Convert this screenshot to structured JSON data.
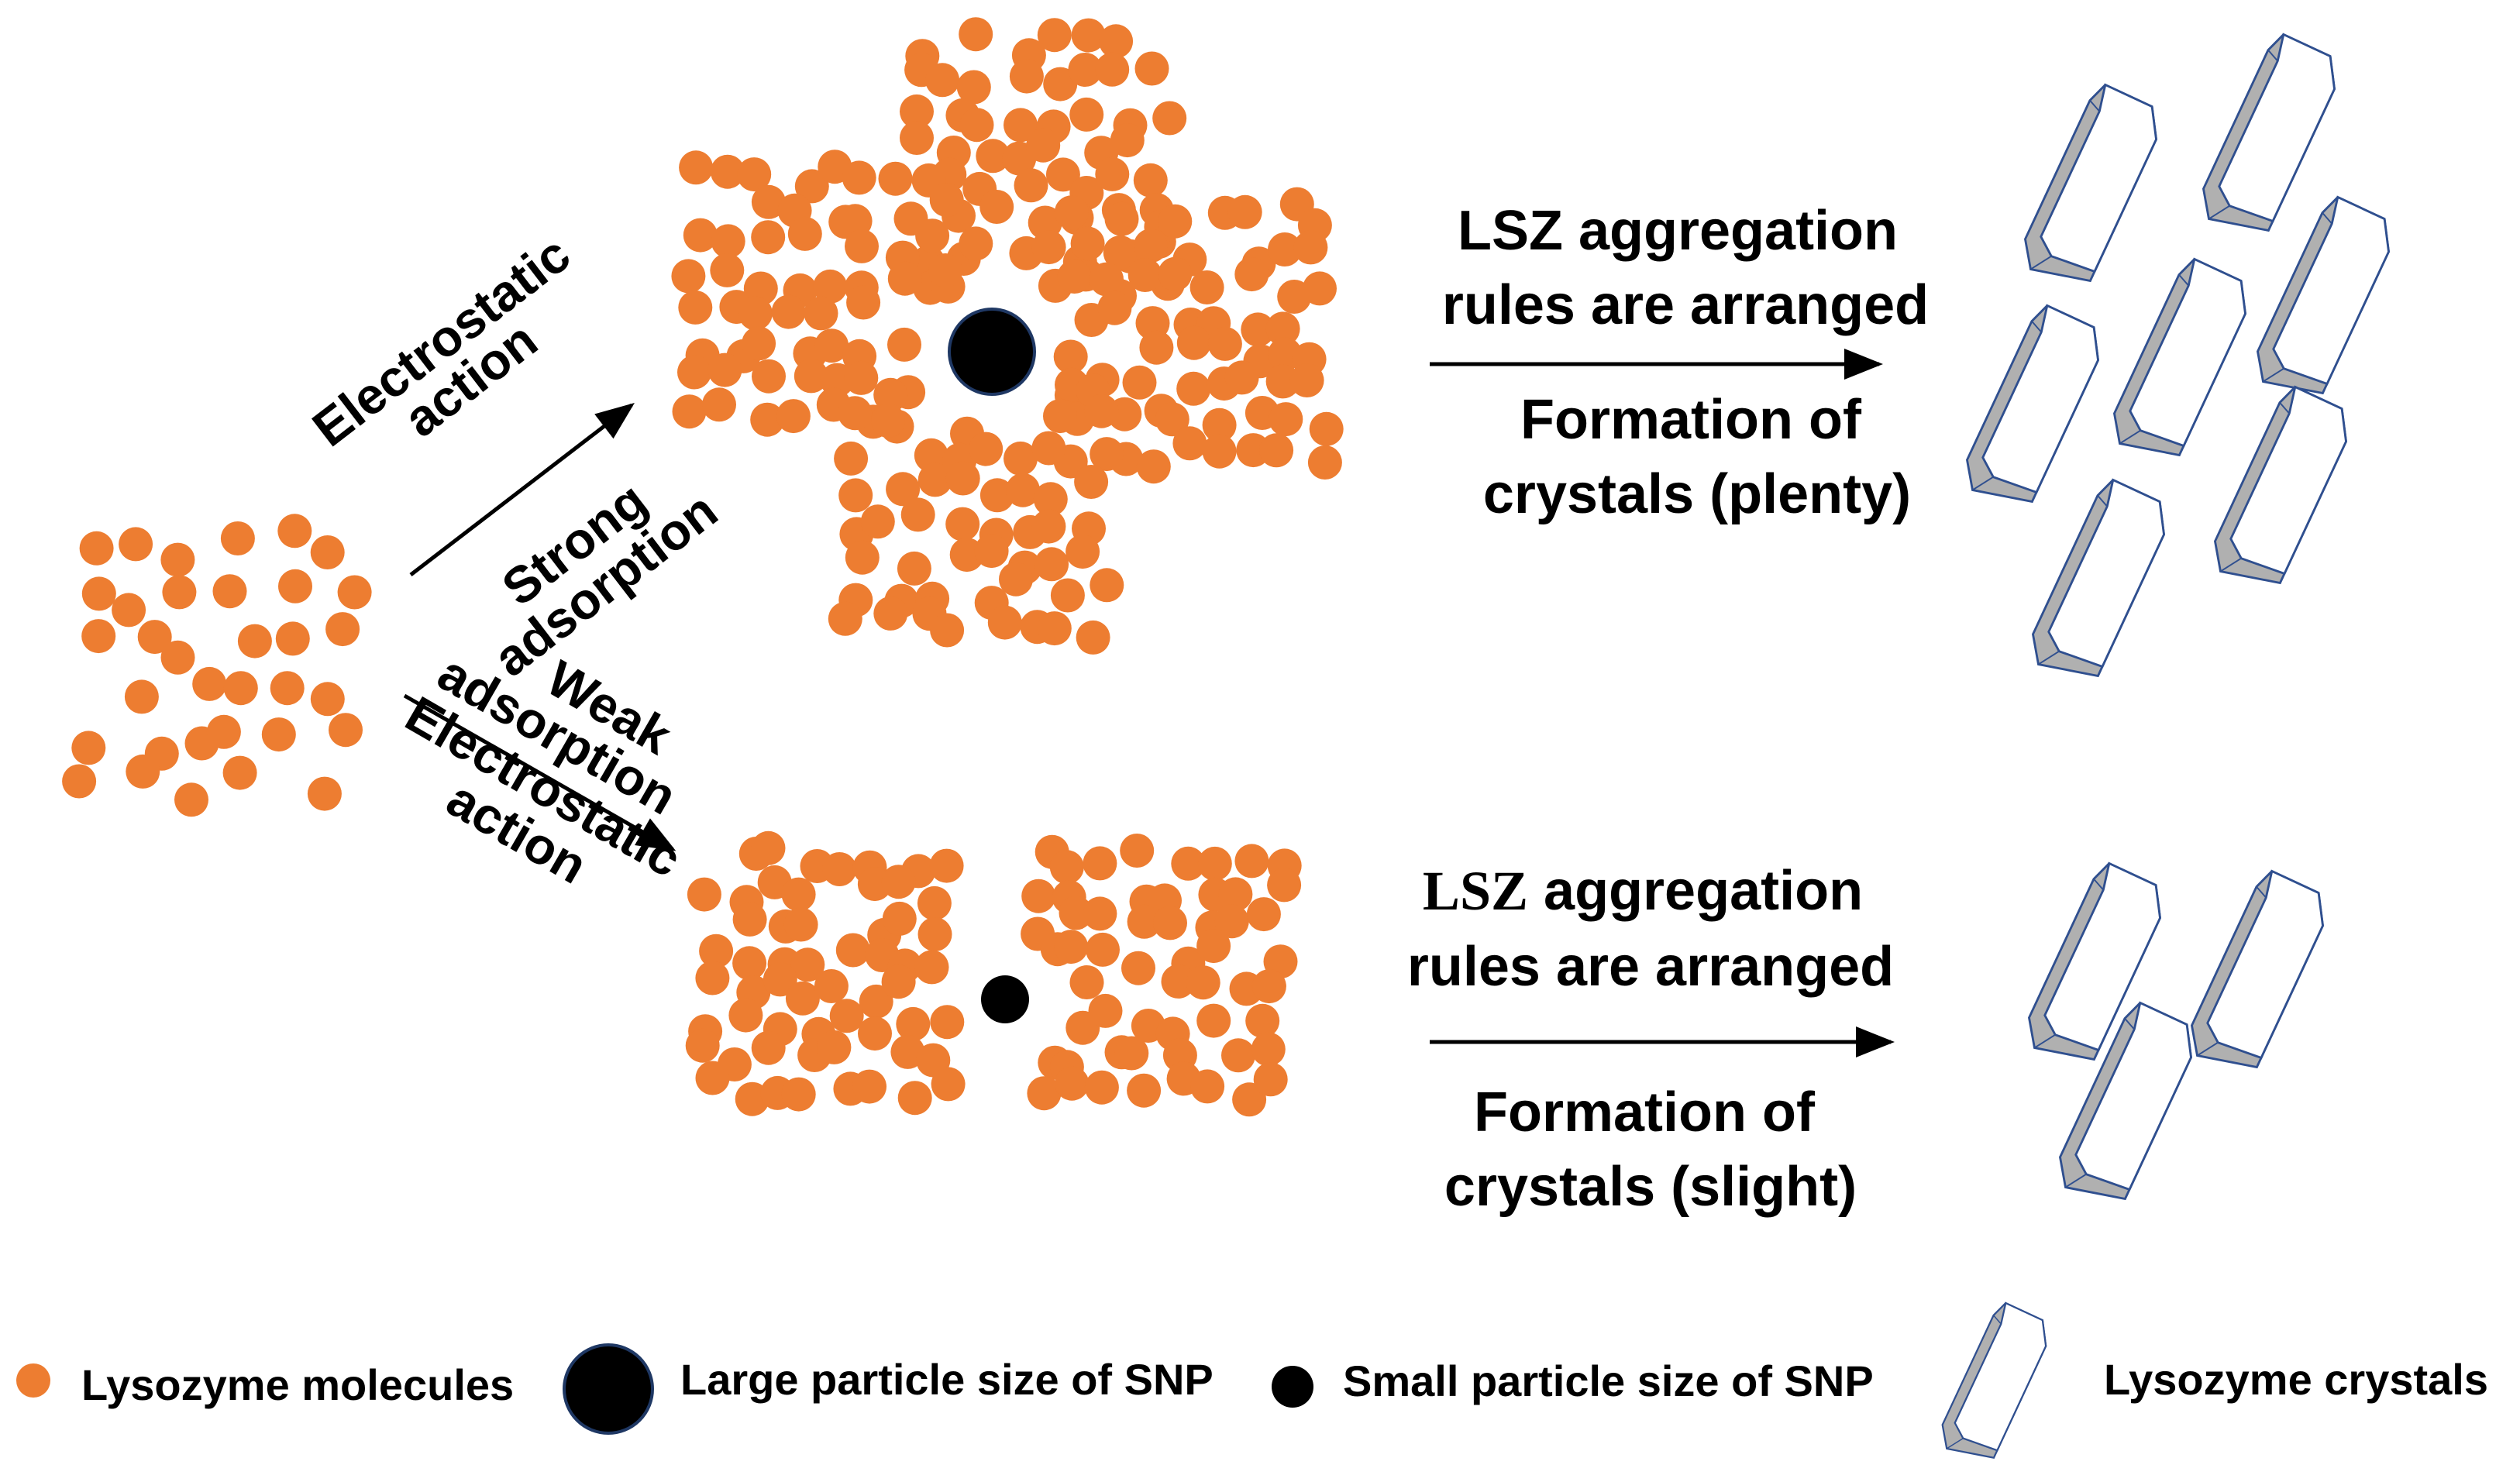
{
  "colors": {
    "lysozyme": "#ED7D31",
    "snp": "#000000",
    "snp_outline": "#1F3864",
    "crystal_outline": "#2F4F8F",
    "crystal_face": "#FFFFFF",
    "crystal_bevel": "#B0B0B0"
  },
  "labels": {
    "upper_pathway": {
      "line1": "Electrostatic",
      "line2": "action",
      "line3": "Strong",
      "line4": "adsorption"
    },
    "lower_pathway": {
      "line1": "Weak",
      "line2": "adsorption",
      "line3": "Electrostatic",
      "line4": "action"
    },
    "upper_process": {
      "above_1": "LSZ aggregation",
      "above_2": "rules are arranged",
      "below_1": "Formation of",
      "below_2": "crystals (plenty)"
    },
    "lower_process": {
      "above_1_lsz": "LSZ",
      "above_1_rest": " aggregation",
      "above_2": "rules are arranged",
      "below_1": "Formation of",
      "below_2": "crystals (slight)"
    }
  },
  "legend": {
    "lysozyme": "Lysozyme molecules",
    "large_snp": "Large particle size of SNP",
    "small_snp": "Small particle size of SNP",
    "crystals": "Lysozyme crystals"
  },
  "icons": {
    "lysozyme": "orange-dot-icon",
    "large_snp": "large-black-circle-icon",
    "small_snp": "small-black-circle-icon",
    "crystal": "hexagonal-crystal-icon"
  }
}
